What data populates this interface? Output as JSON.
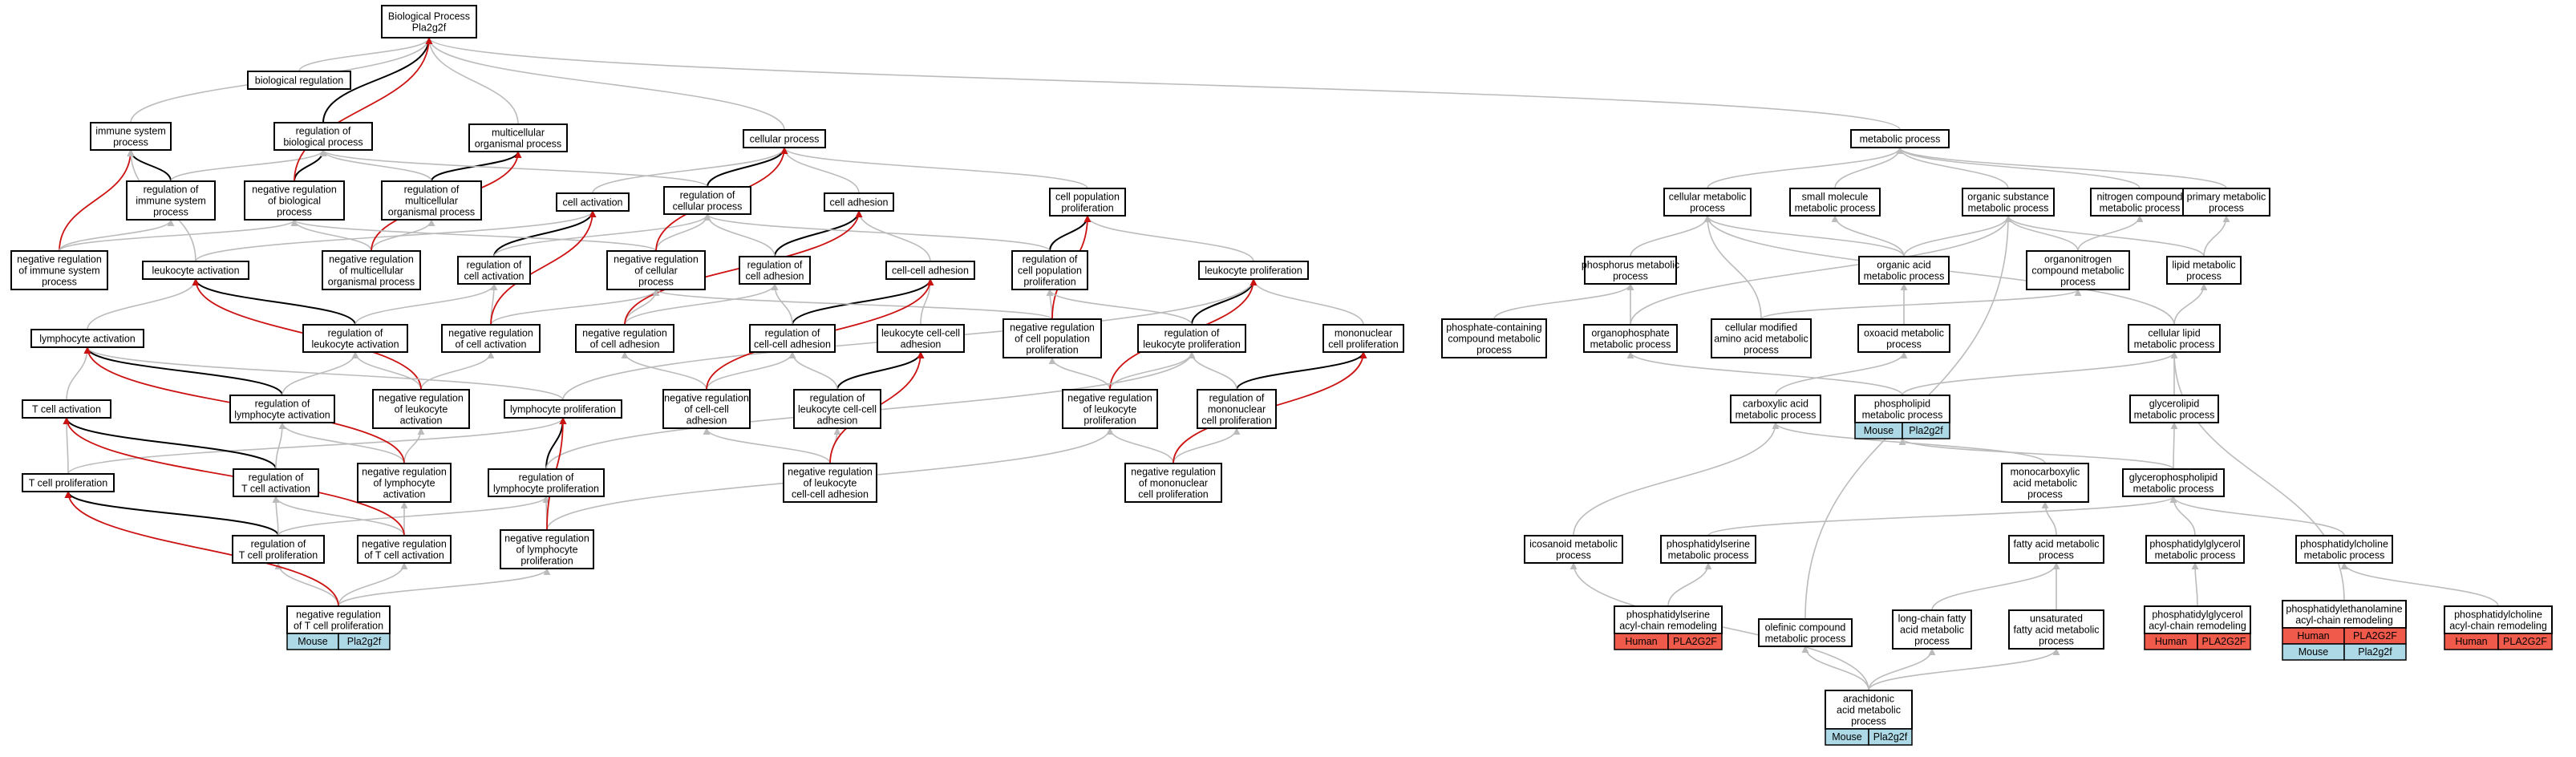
{
  "colors": {
    "mouse": "#add8e6",
    "human": "#f05a4a",
    "gray": "#bbbbbb",
    "black": "#000000",
    "red": "#cc1111"
  },
  "nodes": {
    "bp": {
      "lines": [
        "Biological Process",
        "Pla2g2f"
      ]
    },
    "bioreg": {
      "lines": [
        "biological regulation"
      ]
    },
    "imm": {
      "lines": [
        "immune system",
        "process"
      ]
    },
    "regbio": {
      "lines": [
        "regulation of",
        "biological process"
      ]
    },
    "multi": {
      "lines": [
        "multicellular",
        "organismal process"
      ]
    },
    "cellproc": {
      "lines": [
        "cellular process"
      ]
    },
    "metab": {
      "lines": [
        "metabolic process"
      ]
    },
    "regimm": {
      "lines": [
        "regulation of",
        "immune system",
        "process"
      ]
    },
    "negbio": {
      "lines": [
        "negative regulation",
        "of biological",
        "process"
      ]
    },
    "regmulti": {
      "lines": [
        "regulation of",
        "multicellular",
        "organismal process"
      ]
    },
    "cellact": {
      "lines": [
        "cell activation"
      ]
    },
    "regcell": {
      "lines": [
        "regulation of",
        "cellular process"
      ]
    },
    "celladh": {
      "lines": [
        "cell adhesion"
      ]
    },
    "cellpop": {
      "lines": [
        "cell population",
        "proliferation"
      ]
    },
    "cellmet": {
      "lines": [
        "cellular metabolic",
        "process"
      ]
    },
    "smallmol": {
      "lines": [
        "small molecule",
        "metabolic process"
      ]
    },
    "organsub": {
      "lines": [
        "organic substance",
        "metabolic process"
      ]
    },
    "nitro": {
      "lines": [
        "nitrogen compound",
        "metabolic process"
      ]
    },
    "primary": {
      "lines": [
        "primary metabolic",
        "process"
      ]
    },
    "negimm": {
      "lines": [
        "negative regulation",
        "of immune system",
        "process"
      ]
    },
    "leukact": {
      "lines": [
        "leukocyte activation"
      ]
    },
    "negmulti": {
      "lines": [
        "negative regulation",
        "of multicellular",
        "organismal process"
      ]
    },
    "regcellact": {
      "lines": [
        "regulation of",
        "cell activation"
      ]
    },
    "negcell": {
      "lines": [
        "negative regulation",
        "of cellular",
        "process"
      ]
    },
    "regadh": {
      "lines": [
        "regulation of",
        "cell adhesion"
      ]
    },
    "ccadh": {
      "lines": [
        "cell-cell adhesion"
      ]
    },
    "regpop": {
      "lines": [
        "regulation of",
        "cell population",
        "proliferation"
      ]
    },
    "leukprol": {
      "lines": [
        "leukocyte proliferation"
      ]
    },
    "phosmet": {
      "lines": [
        "phosphorus metabolic",
        "process"
      ]
    },
    "orgacid": {
      "lines": [
        "organic acid",
        "metabolic process"
      ]
    },
    "organonit": {
      "lines": [
        "organonitrogen",
        "compound metabolic",
        "process"
      ]
    },
    "lipid": {
      "lines": [
        "lipid metabolic",
        "process"
      ]
    },
    "lymphact": {
      "lines": [
        "lymphocyte activation"
      ]
    },
    "regleukact": {
      "lines": [
        "regulation of",
        "leukocyte activation"
      ]
    },
    "negcellact": {
      "lines": [
        "negative regulation",
        "of cell activation"
      ]
    },
    "negadh": {
      "lines": [
        "negative regulation",
        "of cell adhesion"
      ]
    },
    "regccadh": {
      "lines": [
        "regulation of",
        "cell-cell adhesion"
      ]
    },
    "leukccadh": {
      "lines": [
        "leukocyte cell-cell",
        "adhesion"
      ]
    },
    "negpop": {
      "lines": [
        "negative regulation",
        "of cell population",
        "proliferation"
      ]
    },
    "regleukprol": {
      "lines": [
        "regulation of",
        "leukocyte proliferation"
      ]
    },
    "mononuc": {
      "lines": [
        "mononuclear",
        "cell proliferation"
      ]
    },
    "phoscont": {
      "lines": [
        "phosphate-containing",
        "compound metabolic",
        "process"
      ]
    },
    "organophos": {
      "lines": [
        "organophosphate",
        "metabolic process"
      ]
    },
    "cellmod": {
      "lines": [
        "cellular modified",
        "amino acid metabolic",
        "process"
      ]
    },
    "oxoacid": {
      "lines": [
        "oxoacid metabolic",
        "process"
      ]
    },
    "celllipid": {
      "lines": [
        "cellular lipid",
        "metabolic process"
      ]
    },
    "tcellact": {
      "lines": [
        "T cell activation"
      ]
    },
    "reglymphact": {
      "lines": [
        "regulation of",
        "lymphocyte activation"
      ]
    },
    "negleukact": {
      "lines": [
        "negative regulation",
        "of leukocyte",
        "activation"
      ]
    },
    "lymphprol": {
      "lines": [
        "lymphocyte proliferation"
      ]
    },
    "negccadh": {
      "lines": [
        "negative regulation",
        "of cell-cell",
        "adhesion"
      ]
    },
    "regleukccadh": {
      "lines": [
        "regulation of",
        "leukocyte cell-cell",
        "adhesion"
      ]
    },
    "negleukprol": {
      "lines": [
        "negative regulation",
        "of leukocyte",
        "proliferation"
      ]
    },
    "regmono": {
      "lines": [
        "regulation of",
        "mononuclear",
        "cell proliferation"
      ]
    },
    "carbox": {
      "lines": [
        "carboxylic acid",
        "metabolic process"
      ]
    },
    "phospholipid": {
      "lines": [
        "phospholipid",
        "metabolic process"
      ],
      "badges": [
        [
          "Mouse",
          "Pla2g2f"
        ]
      ]
    },
    "glycerolipid": {
      "lines": [
        "glycerolipid",
        "metabolic process"
      ]
    },
    "tcellprol": {
      "lines": [
        "T cell proliferation"
      ]
    },
    "regtcellact": {
      "lines": [
        "regulation of",
        "T cell activation"
      ]
    },
    "neglymphact": {
      "lines": [
        "negative regulation",
        "of lymphocyte",
        "activation"
      ]
    },
    "reglymphprol": {
      "lines": [
        "regulation of",
        "lymphocyte proliferation"
      ]
    },
    "negleukccadh": {
      "lines": [
        "negative regulation",
        "of leukocyte",
        "cell-cell adhesion"
      ]
    },
    "negmono": {
      "lines": [
        "negative regulation",
        "of mononuclear",
        "cell proliferation"
      ]
    },
    "monocarb": {
      "lines": [
        "monocarboxylic",
        "acid metabolic",
        "process"
      ]
    },
    "glycerophos": {
      "lines": [
        "glycerophospholipid",
        "metabolic process"
      ]
    },
    "regtcellprol": {
      "lines": [
        "regulation of",
        "T cell proliferation"
      ]
    },
    "negtcellact": {
      "lines": [
        "negative regulation",
        "of T cell activation"
      ]
    },
    "neglymphprol": {
      "lines": [
        "negative regulation",
        "of lymphocyte",
        "proliferation"
      ]
    },
    "icosanoid": {
      "lines": [
        "icosanoid metabolic",
        "process"
      ]
    },
    "phosser": {
      "lines": [
        "phosphatidylserine",
        "metabolic process"
      ]
    },
    "fattyacid": {
      "lines": [
        "fatty acid metabolic",
        "process"
      ]
    },
    "phosgly": {
      "lines": [
        "phosphatidylglycerol",
        "metabolic process"
      ]
    },
    "phoschol": {
      "lines": [
        "phosphatidylcholine",
        "metabolic process"
      ]
    },
    "negtcellprol": {
      "lines": [
        "negative regulation",
        "of T cell proliferation"
      ],
      "badges": [
        [
          "Mouse",
          "Pla2g2f"
        ]
      ]
    },
    "phosseracyl": {
      "lines": [
        "phosphatidylserine",
        "acyl-chain remodeling"
      ],
      "badges": [
        [
          "Human",
          "PLA2G2F"
        ]
      ]
    },
    "olefinic": {
      "lines": [
        "olefinic compound",
        "metabolic process"
      ]
    },
    "longchain": {
      "lines": [
        "long-chain fatty",
        "acid metabolic",
        "process"
      ]
    },
    "unsat": {
      "lines": [
        "unsaturated",
        "fatty acid metabolic",
        "process"
      ]
    },
    "phosglyacyl": {
      "lines": [
        "phosphatidylglycerol",
        "acyl-chain remodeling"
      ],
      "badges": [
        [
          "Human",
          "PLA2G2F"
        ]
      ]
    },
    "phosethacyl": {
      "lines": [
        "phosphatidylethanolamine",
        "acyl-chain remodeling"
      ],
      "badges": [
        [
          "Human",
          "PLA2G2F"
        ],
        [
          "Mouse",
          "Pla2g2f"
        ]
      ]
    },
    "phoscholacyl": {
      "lines": [
        "phosphatidylcholine",
        "acyl-chain remodeling"
      ],
      "badges": [
        [
          "Human",
          "PLA2G2F"
        ]
      ]
    },
    "arach": {
      "lines": [
        "arachidonic",
        "acid metabolic",
        "process"
      ],
      "badges": [
        [
          "Mouse",
          "Pla2g2f"
        ]
      ]
    }
  },
  "edges": [
    [
      "bioreg",
      "bp",
      "g"
    ],
    [
      "imm",
      "bp",
      "g"
    ],
    [
      "regbio",
      "bp",
      "k"
    ],
    [
      "multi",
      "bp",
      "g"
    ],
    [
      "cellproc",
      "bp",
      "g"
    ],
    [
      "metab",
      "bp",
      "g"
    ],
    [
      "regimm",
      "imm",
      "k"
    ],
    [
      "regimm",
      "regbio",
      "g"
    ],
    [
      "negbio",
      "regbio",
      "k"
    ],
    [
      "negbio",
      "bp",
      "r"
    ],
    [
      "regmulti",
      "multi",
      "k"
    ],
    [
      "regmulti",
      "regbio",
      "g"
    ],
    [
      "cellact",
      "cellproc",
      "g"
    ],
    [
      "regcell",
      "cellproc",
      "k"
    ],
    [
      "regcell",
      "regbio",
      "g"
    ],
    [
      "celladh",
      "cellproc",
      "g"
    ],
    [
      "cellpop",
      "cellproc",
      "g"
    ],
    [
      "cellmet",
      "metab",
      "g"
    ],
    [
      "smallmol",
      "metab",
      "g"
    ],
    [
      "organsub",
      "metab",
      "g"
    ],
    [
      "nitro",
      "metab",
      "g"
    ],
    [
      "primary",
      "metab",
      "g"
    ],
    [
      "negimm",
      "imm",
      "r"
    ],
    [
      "negimm",
      "negbio",
      "g"
    ],
    [
      "negimm",
      "regimm",
      "g"
    ],
    [
      "leukact",
      "imm",
      "g"
    ],
    [
      "leukact",
      "cellact",
      "g"
    ],
    [
      "negmulti",
      "negbio",
      "g"
    ],
    [
      "negmulti",
      "regmulti",
      "g"
    ],
    [
      "negmulti",
      "multi",
      "r"
    ],
    [
      "regcellact",
      "cellact",
      "k"
    ],
    [
      "regcellact",
      "regcell",
      "g"
    ],
    [
      "negcell",
      "negbio",
      "g"
    ],
    [
      "negcell",
      "regcell",
      "g"
    ],
    [
      "negcell",
      "cellproc",
      "r"
    ],
    [
      "regadh",
      "celladh",
      "k"
    ],
    [
      "regadh",
      "regcell",
      "g"
    ],
    [
      "ccadh",
      "celladh",
      "g"
    ],
    [
      "regpop",
      "cellpop",
      "k"
    ],
    [
      "regpop",
      "regcell",
      "g"
    ],
    [
      "leukprol",
      "cellpop",
      "g"
    ],
    [
      "phosmet",
      "cellmet",
      "g"
    ],
    [
      "orgacid",
      "smallmol",
      "g"
    ],
    [
      "orgacid",
      "organsub",
      "g"
    ],
    [
      "orgacid",
      "cellmet",
      "g"
    ],
    [
      "organonit",
      "organsub",
      "g"
    ],
    [
      "organonit",
      "nitro",
      "g"
    ],
    [
      "lipid",
      "organsub",
      "g"
    ],
    [
      "lipid",
      "primary",
      "g"
    ],
    [
      "lymphact",
      "leukact",
      "g"
    ],
    [
      "regleukact",
      "leukact",
      "k"
    ],
    [
      "regleukact",
      "regcellact",
      "g"
    ],
    [
      "negcellact",
      "regcellact",
      "g"
    ],
    [
      "negcellact",
      "negcell",
      "g"
    ],
    [
      "negcellact",
      "cellact",
      "r"
    ],
    [
      "negadh",
      "regadh",
      "g"
    ],
    [
      "negadh",
      "negcell",
      "g"
    ],
    [
      "negadh",
      "celladh",
      "r"
    ],
    [
      "regccadh",
      "ccadh",
      "k"
    ],
    [
      "regccadh",
      "regadh",
      "g"
    ],
    [
      "leukccadh",
      "ccadh",
      "g"
    ],
    [
      "negpop",
      "regpop",
      "g"
    ],
    [
      "negpop",
      "negcell",
      "g"
    ],
    [
      "negpop",
      "cellpop",
      "r"
    ],
    [
      "regleukprol",
      "leukprol",
      "k"
    ],
    [
      "regleukprol",
      "regpop",
      "g"
    ],
    [
      "mononuc",
      "leukprol",
      "g"
    ],
    [
      "phoscont",
      "phosmet",
      "g"
    ],
    [
      "organophos",
      "phosmet",
      "g"
    ],
    [
      "organophos",
      "organsub",
      "g"
    ],
    [
      "cellmod",
      "cellmet",
      "g"
    ],
    [
      "cellmod",
      "organonit",
      "g"
    ],
    [
      "oxoacid",
      "orgacid",
      "g"
    ],
    [
      "celllipid",
      "lipid",
      "g"
    ],
    [
      "celllipid",
      "cellmet",
      "g"
    ],
    [
      "tcellact",
      "lymphact",
      "g"
    ],
    [
      "reglymphact",
      "lymphact",
      "k"
    ],
    [
      "reglymphact",
      "regleukact",
      "g"
    ],
    [
      "negleukact",
      "regleukact",
      "g"
    ],
    [
      "negleukact",
      "negcellact",
      "g"
    ],
    [
      "negleukact",
      "leukact",
      "r"
    ],
    [
      "lymphprol",
      "leukprol",
      "g"
    ],
    [
      "lymphprol",
      "lymphact",
      "g"
    ],
    [
      "negccadh",
      "regccadh",
      "g"
    ],
    [
      "negccadh",
      "negadh",
      "g"
    ],
    [
      "negccadh",
      "ccadh",
      "r"
    ],
    [
      "regleukccadh",
      "leukccadh",
      "k"
    ],
    [
      "regleukccadh",
      "regccadh",
      "g"
    ],
    [
      "negleukprol",
      "regleukprol",
      "g"
    ],
    [
      "negleukprol",
      "negpop",
      "g"
    ],
    [
      "negleukprol",
      "leukprol",
      "r"
    ],
    [
      "regmono",
      "mononuc",
      "k"
    ],
    [
      "regmono",
      "regleukprol",
      "g"
    ],
    [
      "carbox",
      "oxoacid",
      "g"
    ],
    [
      "phospholipid",
      "celllipid",
      "g"
    ],
    [
      "phospholipid",
      "organophos",
      "g"
    ],
    [
      "glycerolipid",
      "celllipid",
      "g"
    ],
    [
      "tcellprol",
      "tcellact",
      "g"
    ],
    [
      "tcellprol",
      "lymphprol",
      "g"
    ],
    [
      "regtcellact",
      "tcellact",
      "k"
    ],
    [
      "regtcellact",
      "reglymphact",
      "g"
    ],
    [
      "neglymphact",
      "reglymphact",
      "g"
    ],
    [
      "neglymphact",
      "negleukact",
      "g"
    ],
    [
      "neglymphact",
      "lymphact",
      "r"
    ],
    [
      "reglymphprol",
      "lymphprol",
      "k"
    ],
    [
      "reglymphprol",
      "regleukprol",
      "g"
    ],
    [
      "negleukccadh",
      "regleukccadh",
      "g"
    ],
    [
      "negleukccadh",
      "negccadh",
      "g"
    ],
    [
      "negleukccadh",
      "leukccadh",
      "r"
    ],
    [
      "negmono",
      "regmono",
      "g"
    ],
    [
      "negmono",
      "negleukprol",
      "g"
    ],
    [
      "negmono",
      "mononuc",
      "r"
    ],
    [
      "monocarb",
      "carbox",
      "g"
    ],
    [
      "glycerophos",
      "glycerolipid",
      "g"
    ],
    [
      "glycerophos",
      "phospholipid",
      "g"
    ],
    [
      "regtcellprol",
      "tcellprol",
      "k"
    ],
    [
      "regtcellprol",
      "regtcellact",
      "g"
    ],
    [
      "regtcellprol",
      "reglymphprol",
      "g"
    ],
    [
      "negtcellact",
      "regtcellact",
      "g"
    ],
    [
      "negtcellact",
      "neglymphact",
      "g"
    ],
    [
      "negtcellact",
      "tcellact",
      "r"
    ],
    [
      "neglymphprol",
      "reglymphprol",
      "g"
    ],
    [
      "neglymphprol",
      "negleukprol",
      "g"
    ],
    [
      "neglymphprol",
      "lymphprol",
      "r"
    ],
    [
      "icosanoid",
      "carbox",
      "g"
    ],
    [
      "phosser",
      "glycerophos",
      "g"
    ],
    [
      "fattyacid",
      "monocarb",
      "g"
    ],
    [
      "phosgly",
      "glycerophos",
      "g"
    ],
    [
      "phoschol",
      "glycerophos",
      "g"
    ],
    [
      "negtcellprol",
      "regtcellprol",
      "g"
    ],
    [
      "negtcellprol",
      "negtcellact",
      "g"
    ],
    [
      "negtcellprol",
      "neglymphprol",
      "g"
    ],
    [
      "negtcellprol",
      "tcellprol",
      "r"
    ],
    [
      "phosseracyl",
      "phosser",
      "g"
    ],
    [
      "olefinic",
      "organsub",
      "g"
    ],
    [
      "longchain",
      "fattyacid",
      "g"
    ],
    [
      "unsat",
      "fattyacid",
      "g"
    ],
    [
      "phosglyacyl",
      "phosgly",
      "g"
    ],
    [
      "phosethacyl",
      "celllipid",
      "g"
    ],
    [
      "phoscholacyl",
      "phoschol",
      "g"
    ],
    [
      "arach",
      "icosanoid",
      "g"
    ],
    [
      "arach",
      "olefinic",
      "g"
    ],
    [
      "arach",
      "longchain",
      "g"
    ],
    [
      "arach",
      "unsat",
      "g"
    ]
  ]
}
